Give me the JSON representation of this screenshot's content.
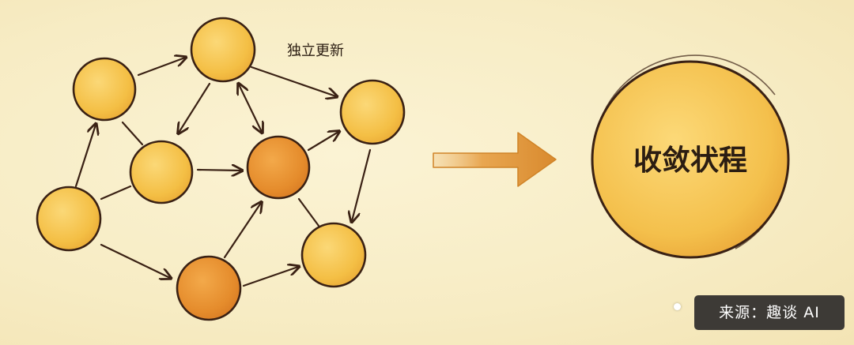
{
  "diagram": {
    "annotation_label": "独立更新",
    "converged_label": "收敛状程",
    "colors": {
      "background": "#f8efc8",
      "node_light": "#f5c24a",
      "node_dark": "#e8922a",
      "outline": "#3a2114",
      "big_arrow": "#e09a3a"
    }
  },
  "source_badge": {
    "text": "来源：趣谈 AI"
  }
}
